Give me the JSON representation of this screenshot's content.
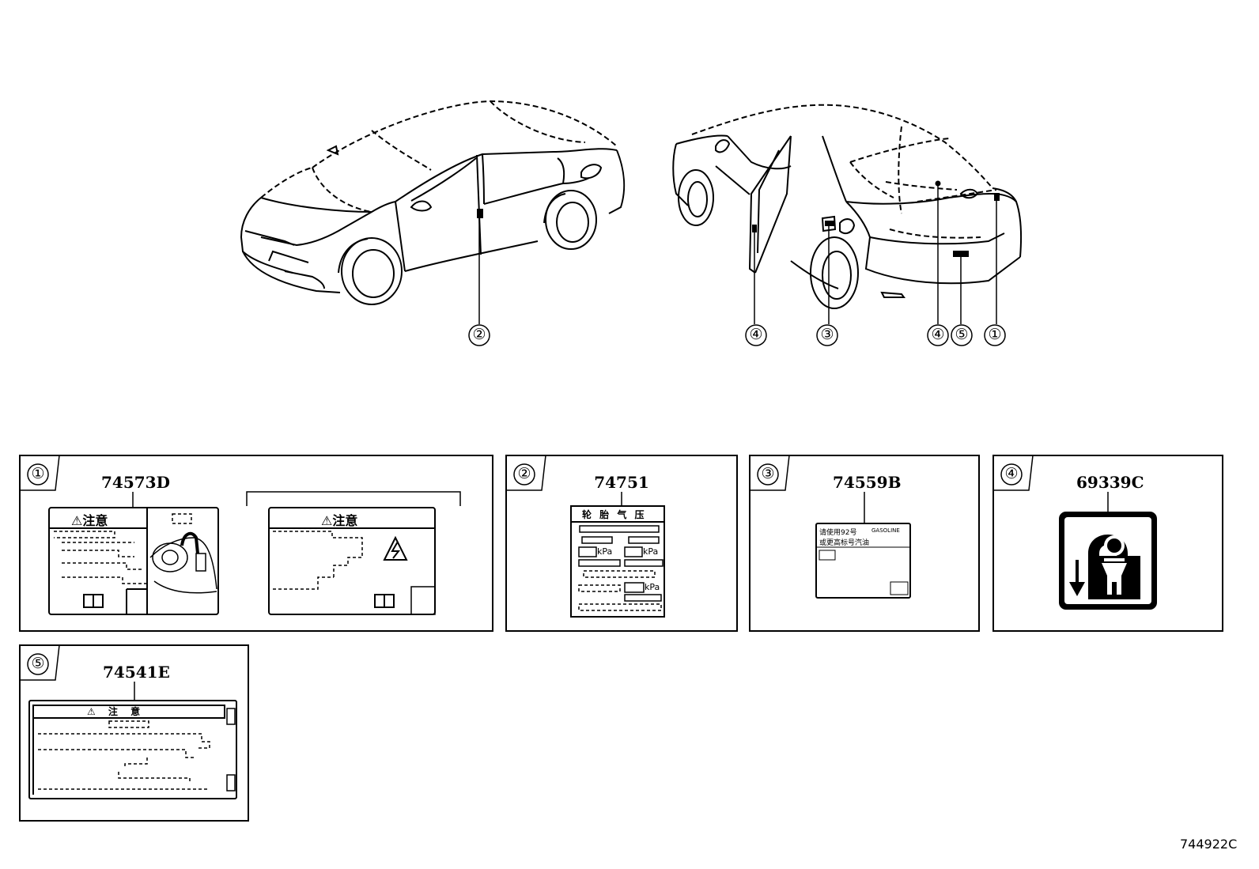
{
  "diagram_id": "744922C",
  "callouts": [
    "①",
    "②",
    "③",
    "④",
    "⑤"
  ],
  "panels": [
    {
      "number": "①",
      "part_number": "74573D",
      "labels": [
        {
          "header": "⚠注意"
        },
        {
          "header": "⚠注意"
        }
      ]
    },
    {
      "number": "②",
      "part_number": "74751",
      "header": "轮 胎 气 压",
      "unit": "kPa"
    },
    {
      "number": "③",
      "part_number": "74559B",
      "line1": "请使用92号",
      "gasoline": "GASOLINE",
      "line2": "或更高标号汽油"
    },
    {
      "number": "④",
      "part_number": "69339C"
    },
    {
      "number": "⑤",
      "part_number": "74541E",
      "header": "⚠ 注 意"
    }
  ]
}
